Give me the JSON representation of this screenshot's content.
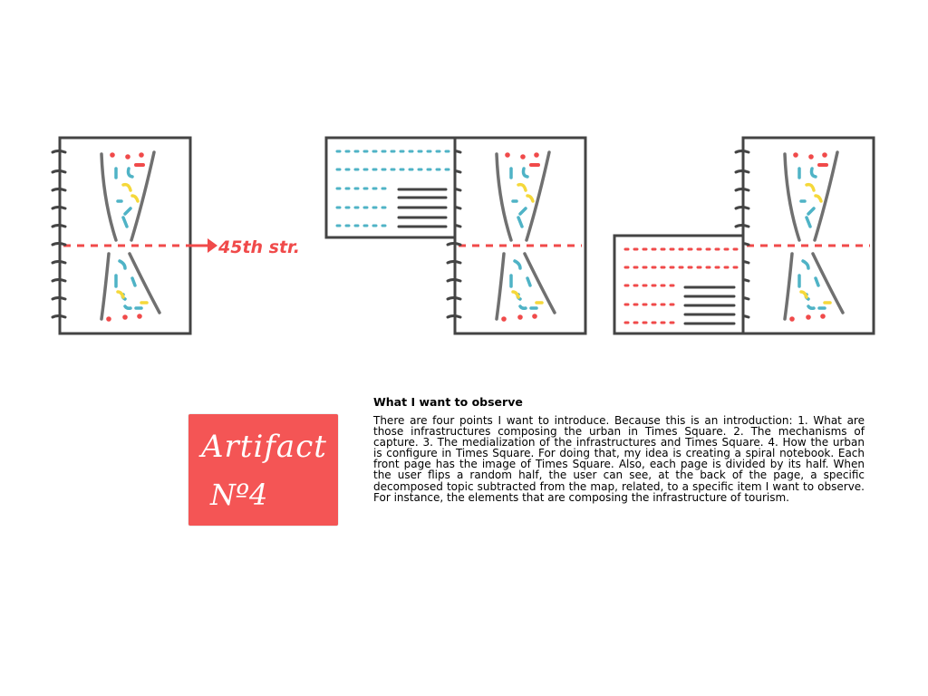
{
  "sketch": {
    "street_label": "45th str.",
    "colors": {
      "red": "#f04a4a",
      "teal": "#4fb3c6",
      "yellow": "#f5d83a",
      "gray": "#707070",
      "frame": "#444444"
    }
  },
  "artifact": {
    "title": "Artifact",
    "number": "Nº4",
    "color": "#f45555"
  },
  "description": {
    "heading": "What I want to observe",
    "body": "There are four points I want to introduce. Because this is an introduction: 1. What are those infrastructures composing the urban in Times Square. 2. The mechanisms of capture. 3. The medialization of the infrastructures and Times Square. 4. How the urban is configure in Times Square. For doing that, my idea is creating a spiral notebook. Each front page has the image of Times Square. Also, each page is divided by its half. When the user flips a random half, the user can see, at the back of the page, a specific decomposed topic subtracted from the map, related, to a specific item I want to observe. For instance, the elements that are composing the infrastructure of tourism."
  }
}
